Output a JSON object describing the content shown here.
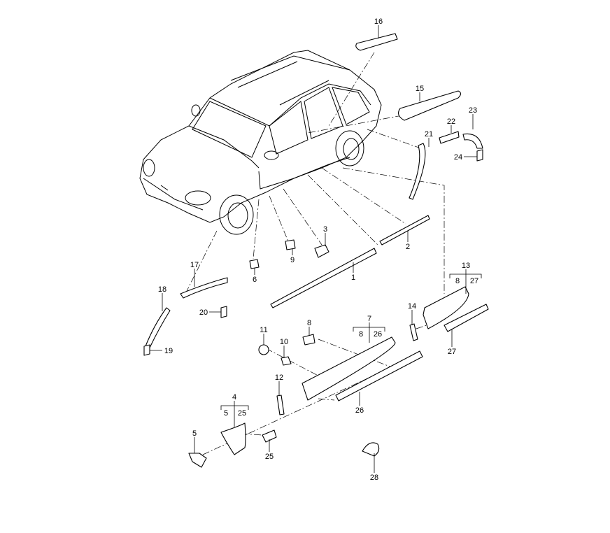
{
  "diagram": {
    "labels": {
      "p1": "1",
      "p2": "2",
      "p3": "3",
      "p4": "4",
      "p4a": "5",
      "p4b": "25",
      "p5": "5",
      "p6": "6",
      "p7": "7",
      "p7a": "8",
      "p7b": "26",
      "p8": "8",
      "p9": "9",
      "p10": "10",
      "p11": "11",
      "p12": "12",
      "p13": "13",
      "p13a": "8",
      "p13b": "27",
      "p14": "14",
      "p15": "15",
      "p16": "16",
      "p17": "17",
      "p18": "18",
      "p19": "19",
      "p20": "20",
      "p21": "21",
      "p22": "22",
      "p23": "23",
      "p24": "24",
      "p25": "25",
      "p26": "26",
      "p27": "27",
      "p28": "28"
    }
  }
}
